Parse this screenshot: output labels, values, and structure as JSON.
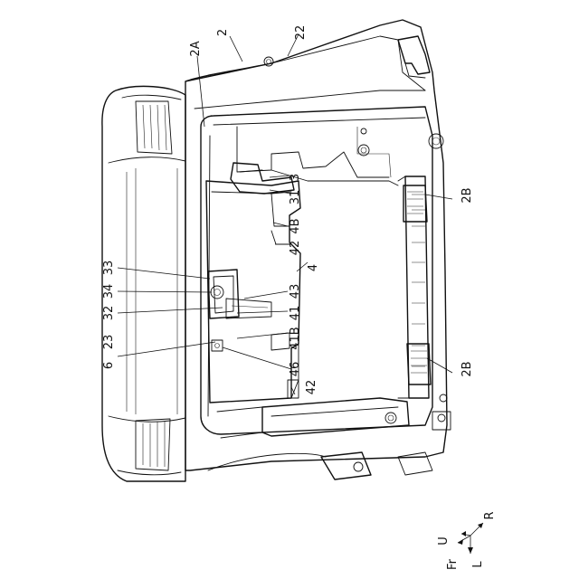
{
  "labels": {
    "l2": "2",
    "l22": "22",
    "l2A": "2A",
    "l3": "3",
    "l31": "31",
    "l4B": "4B",
    "l42a": "42",
    "l4": "4",
    "l43": "43",
    "l41": "41",
    "l41B": "41B",
    "l46": "46",
    "l42b": "42",
    "l2B_top": "2B",
    "l2B_bot": "2B",
    "l33": "33",
    "l34": "34",
    "l32": "32",
    "l23": "23",
    "l6": "6"
  },
  "axes": {
    "r": "R",
    "u": "U",
    "fr": "Fr",
    "l": "L"
  },
  "colors": {
    "line": "#111111",
    "background": "#ffffff"
  }
}
